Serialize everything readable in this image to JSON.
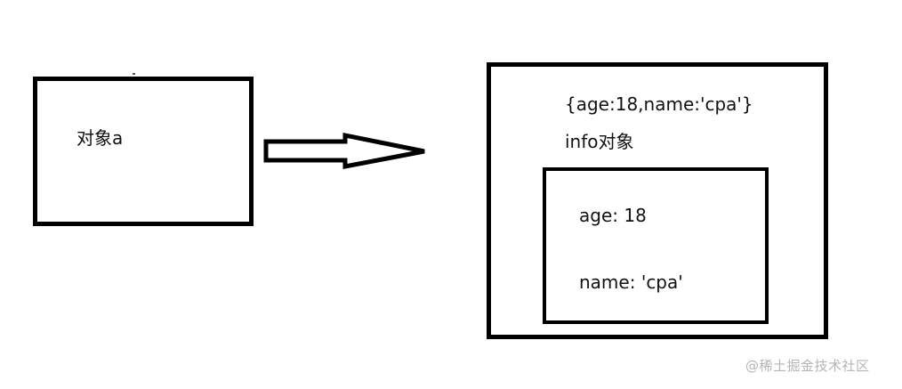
{
  "diagram": {
    "source": {
      "label": "对象a"
    },
    "arrow": {
      "direction": "right",
      "icon": "block-arrow-right-icon"
    },
    "target": {
      "literal": "{age:18,name:'cpa'}",
      "title": "info对象",
      "properties": [
        {
          "text": "age: 18"
        },
        {
          "text": "name: 'cpa'"
        }
      ]
    }
  },
  "watermark": {
    "text": "@稀土掘金技术社区"
  },
  "colors": {
    "stroke": "#000000",
    "text": "#111111",
    "background": "#ffffff",
    "watermark": "#b5b5b5"
  }
}
